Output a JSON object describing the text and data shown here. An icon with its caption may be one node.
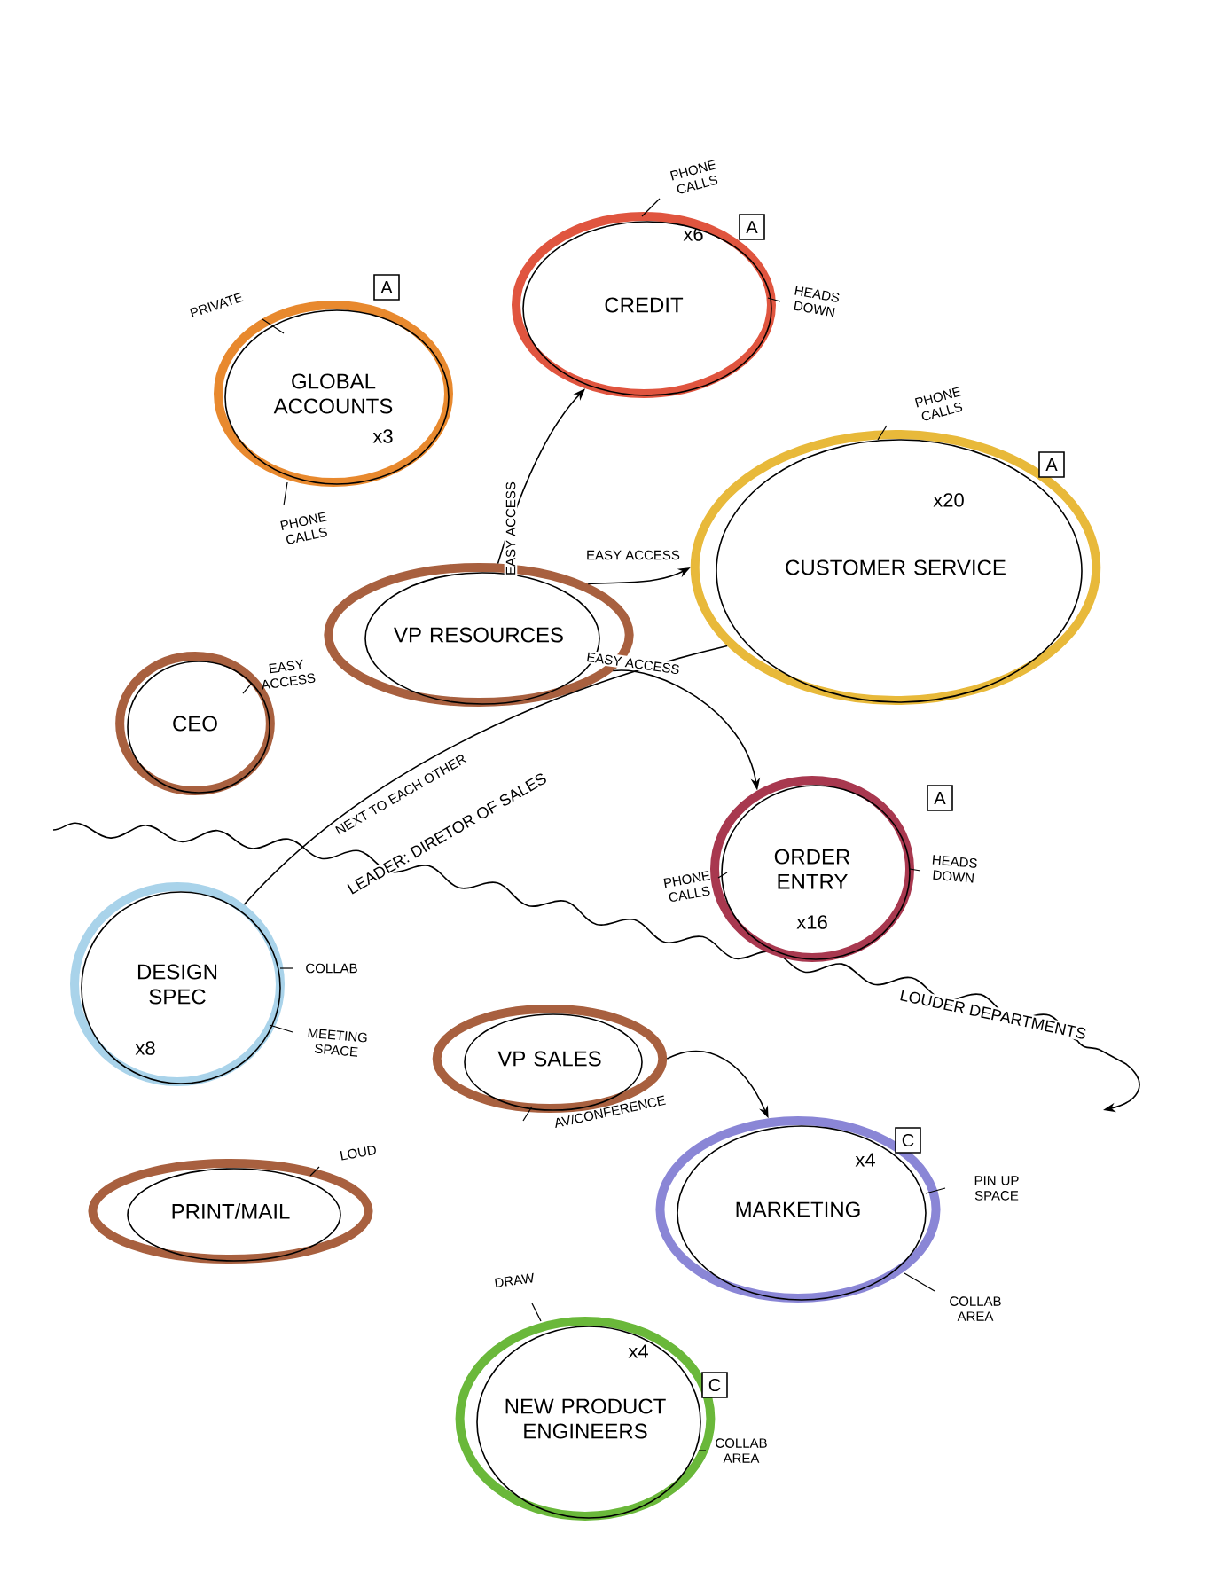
{
  "diagram": {
    "nodes": [
      {
        "text": [
          "GLOBAL ACCOUNTS",
          "x3"
        ],
        "beside": [
          "A",
          "PRIVATE",
          "PHONE CALLS"
        ]
      },
      {
        "text": [
          "x6",
          "CREDIT"
        ],
        "beside": [
          "PHONE CALLS",
          "A",
          "HEADS DOWN"
        ]
      },
      {
        "text": [
          "x20",
          "CUSTOMER SERVICE"
        ],
        "beside": [
          "PHONE CALLS",
          "A"
        ]
      },
      {
        "text": [
          "VP RESOURCES"
        ]
      },
      {
        "text": [
          "CEO"
        ],
        "beside": [
          "EASY ACCESS"
        ]
      },
      {
        "text": [
          "ORDER ENTRY",
          "x16"
        ],
        "beside": [
          "A",
          "PHONE CALLS",
          "HEADS DOWN"
        ]
      },
      {
        "text": [
          "DESIGN SPEC",
          "x8"
        ],
        "beside": [
          "COLLAB",
          "MEETING SPACE"
        ]
      },
      {
        "text": [
          "VP SALES"
        ],
        "beside": [
          "AV/CONFERENCE"
        ]
      },
      {
        "text": [
          "PRINT/MAIL"
        ],
        "beside": [
          "LOUD"
        ]
      },
      {
        "text": [
          "x4",
          "MARKETING"
        ],
        "beside": [
          "C",
          "PIN UP SPACE",
          "COLLAB AREA"
        ]
      },
      {
        "text": [
          "x4",
          "NEW PRODUCT ENGINEERS"
        ],
        "beside": [
          "DRAW",
          "C",
          "COLLAB AREA"
        ]
      }
    ],
    "edges": [
      {
        "from": 3,
        "to": 1,
        "arrow": "to",
        "label": "EASY ACCESS"
      },
      {
        "from": 3,
        "to": 2,
        "arrow": "to",
        "label": "EASY ACCESS"
      },
      {
        "from": 3,
        "to": 5,
        "arrow": "to",
        "label": "EASY ACCESS"
      },
      {
        "from": 6,
        "to": 2,
        "arrow": "none",
        "label": "NEXT TO EACH OTHER"
      },
      {
        "from": 7,
        "to": 9,
        "arrow": "to"
      }
    ],
    "labels": [
      "LEADER: DIRETOR OF SALES",
      "LOUDER DEPARTMENTS"
    ]
  }
}
